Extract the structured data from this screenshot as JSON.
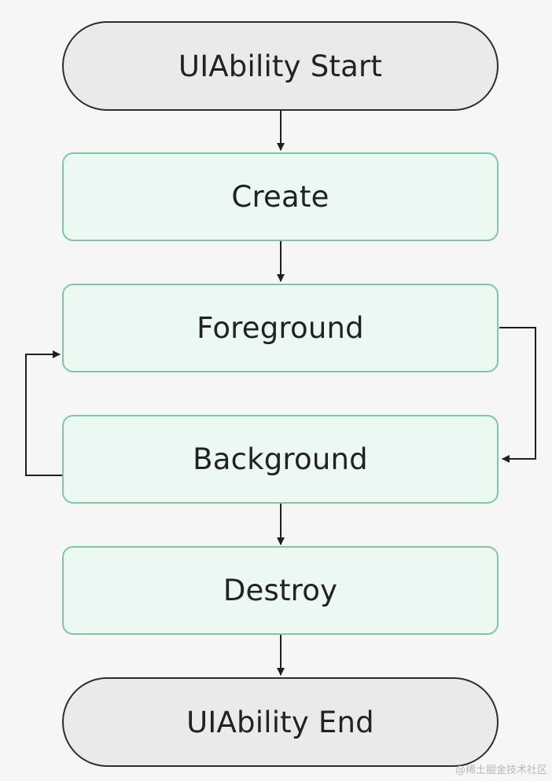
{
  "diagram": {
    "nodes": [
      {
        "id": "start",
        "label": "UIAbility Start",
        "kind": "terminal"
      },
      {
        "id": "create",
        "label": "Create",
        "kind": "state"
      },
      {
        "id": "foreground",
        "label": "Foreground",
        "kind": "state"
      },
      {
        "id": "background",
        "label": "Background",
        "kind": "state"
      },
      {
        "id": "destroy",
        "label": "Destroy",
        "kind": "state"
      },
      {
        "id": "end",
        "label": "UIAbility End",
        "kind": "terminal"
      }
    ],
    "edges": [
      {
        "from": "start",
        "to": "create"
      },
      {
        "from": "create",
        "to": "foreground"
      },
      {
        "from": "foreground",
        "to": "background"
      },
      {
        "from": "background",
        "to": "foreground"
      },
      {
        "from": "background",
        "to": "destroy"
      },
      {
        "from": "destroy",
        "to": "end"
      }
    ],
    "colors": {
      "terminal_fill": "#eaeaea",
      "terminal_border": "#2e2e2e",
      "state_fill": "#ebf9f2",
      "state_border": "#7ec7a6",
      "arrow": "#1f1f1f",
      "background": "#f6f6f6"
    }
  },
  "watermark": "@稀土掘金技术社区"
}
